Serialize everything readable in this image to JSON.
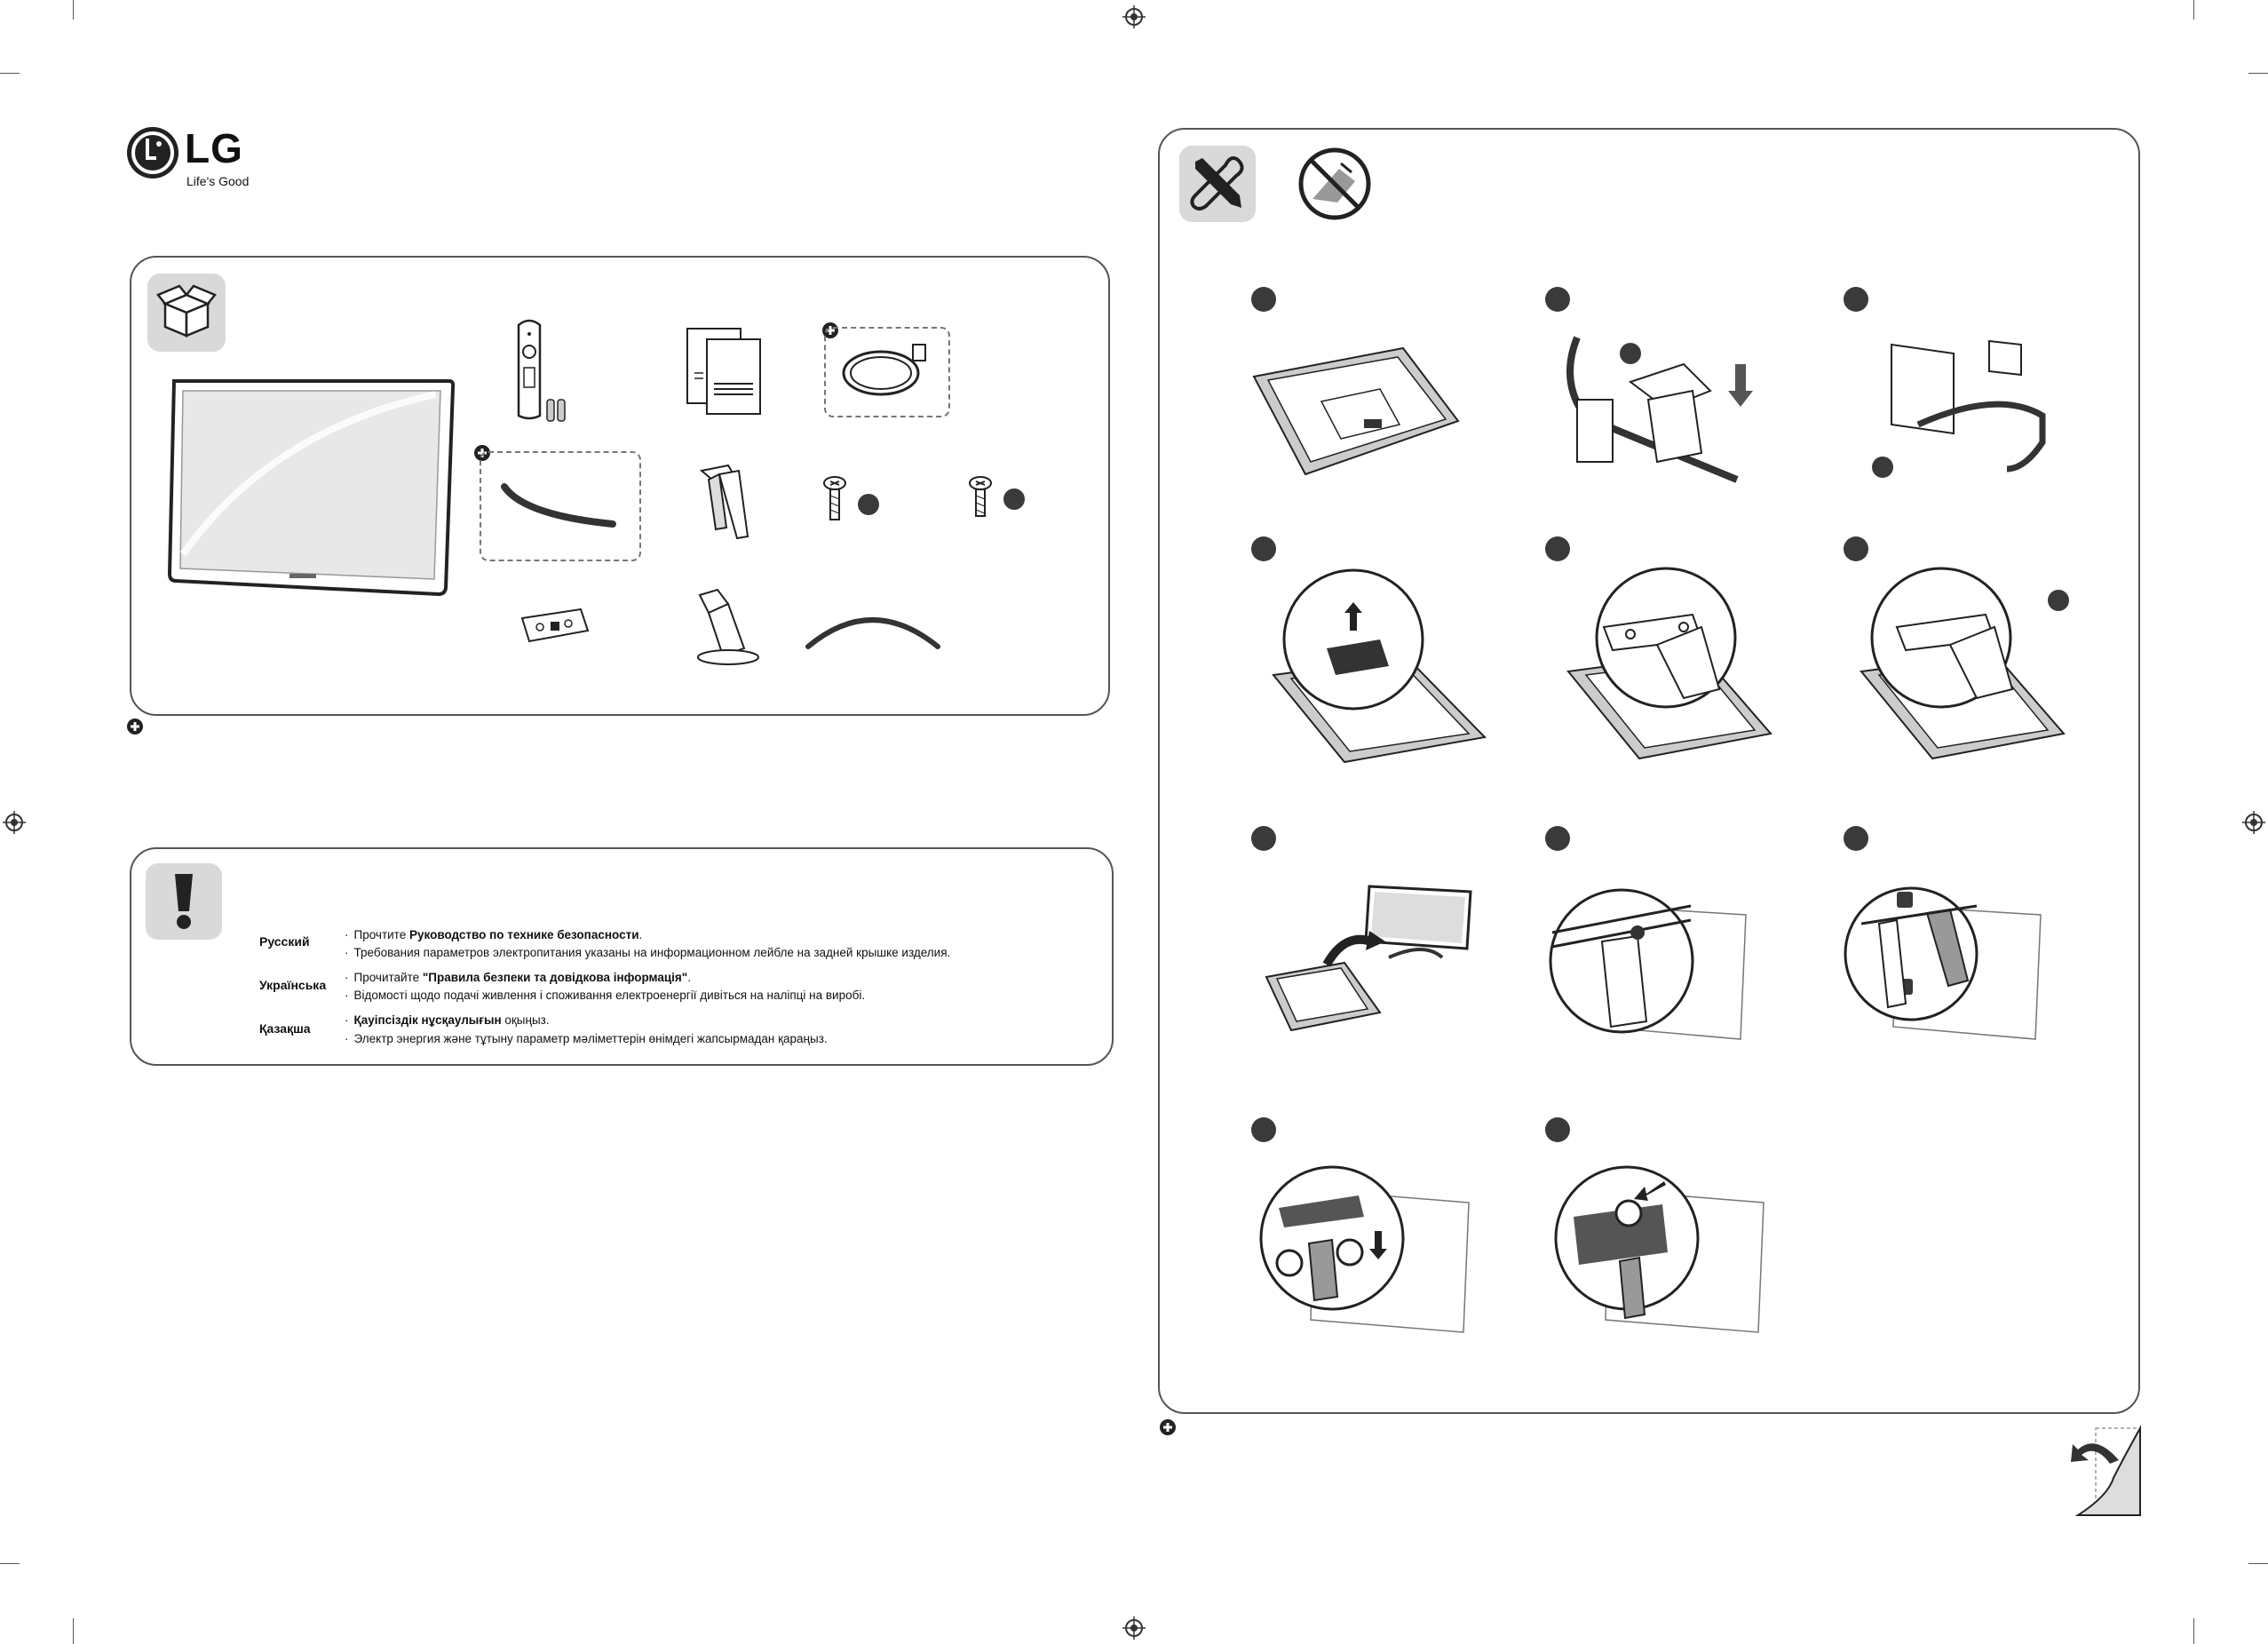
{
  "brand": {
    "logo_text": "LG",
    "tagline": "Life's Good"
  },
  "safety": {
    "languages": [
      {
        "name": "Русский",
        "lines": [
          {
            "pre": "Прочтите ",
            "bold": "Руководство по технике безопасности",
            "post": "."
          },
          {
            "pre": "Требования параметров электропитания указаны на информационном лейбле на задней крышке изделия.",
            "bold": "",
            "post": ""
          }
        ]
      },
      {
        "name": "Українська",
        "lines": [
          {
            "pre": "Прочитайте ",
            "bold": "\"Правила безпеки та довідкова інформація\"",
            "post": "."
          },
          {
            "pre": "Відомості щодо подачі живлення і споживання електроенергії дивіться на наліпці на виробі.",
            "bold": "",
            "post": ""
          }
        ]
      },
      {
        "name": "Қазақша",
        "lines": [
          {
            "pre": "",
            "bold": "Қауіпсіздік нұсқаулығын",
            "post": " оқыңыз."
          },
          {
            "pre": "Электр энергия және тұтыну параметр мәліметтерін өнімдегі жапсырмадан қараңыз.",
            "bold": "",
            "post": ""
          }
        ]
      }
    ]
  },
  "colors": {
    "border": "#555555",
    "icon_box": "#d9d9d9",
    "badge": "#3a3a3a"
  },
  "icons": {
    "box": "box-icon",
    "warning": "exclamation-icon",
    "tools": "tools-icon",
    "no_liquid": "no-liquid-icon",
    "optional": "plus-circle-icon",
    "page_turn": "page-turn-icon"
  }
}
